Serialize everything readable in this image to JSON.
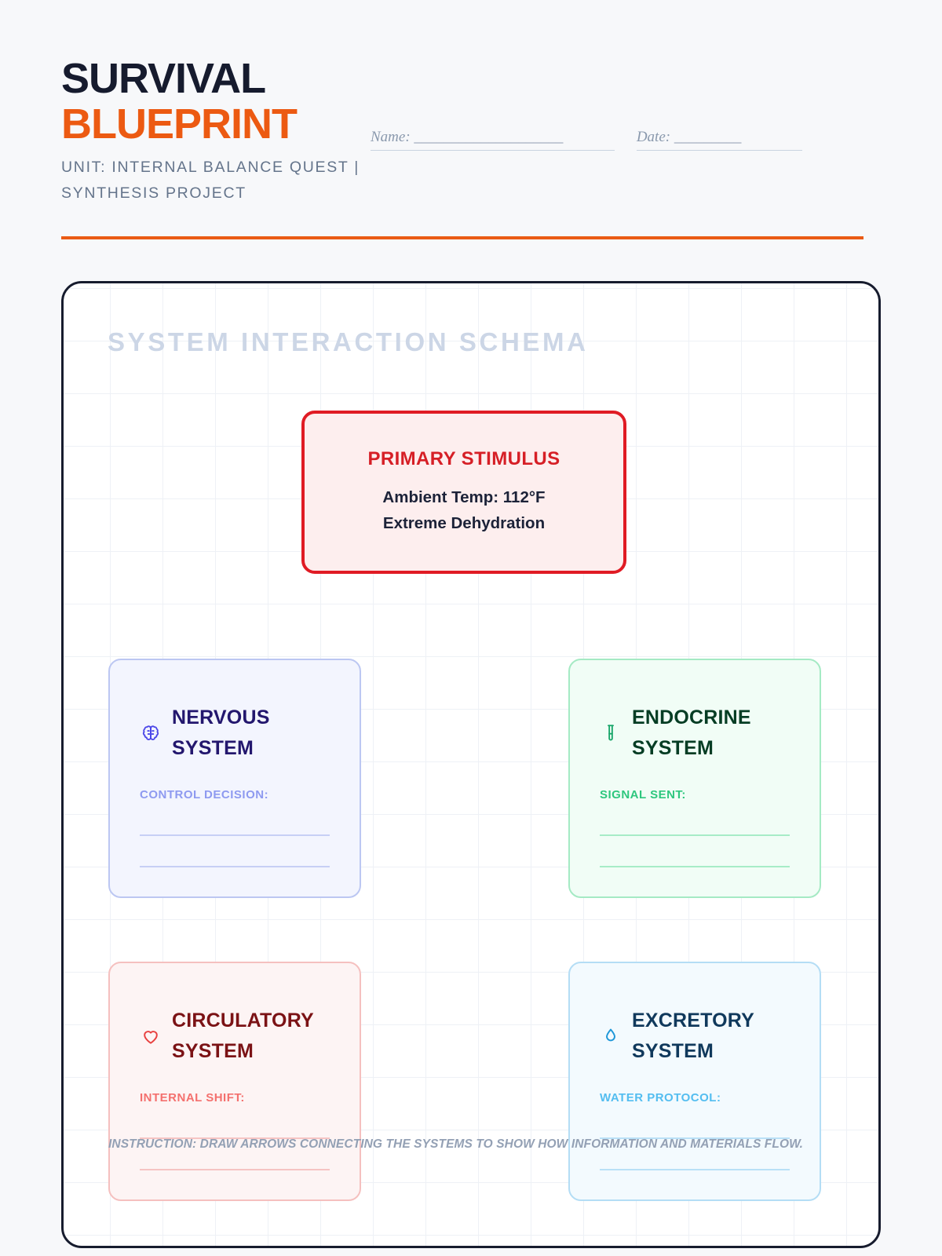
{
  "header": {
    "title_line_1": "SURVIVAL",
    "title_line_2": "BLUEPRINT",
    "subtitle": "UNIT: INTERNAL BALANCE QUEST | SYNTHESIS PROJECT",
    "name_field": "Name: ____________________",
    "date_field": "Date: _________",
    "accent_color": "#ea5b14",
    "title_dark_color": "#161b2e"
  },
  "canvas": {
    "schema_title": "SYSTEM INTERACTION SCHEMA",
    "border_color": "#171c2e",
    "grid_color": "#eef1f6"
  },
  "stimulus": {
    "title": "PRIMARY STIMULUS",
    "line_1": "Ambient Temp: 112°F",
    "line_2": "Extreme Dehydration",
    "accent_color": "#e01b24",
    "background_color": "#fdeeee"
  },
  "systems": [
    {
      "key": "nervous",
      "icon": "brain-icon",
      "title_line_1": "NERVOUS",
      "title_line_2": "SYSTEM",
      "label": "CONTROL DECISION:",
      "title_color": "#23176e",
      "label_color": "#8e9af0",
      "border_color": "#bcc7f2",
      "background_color": "#f3f5fe",
      "line_count": 2
    },
    {
      "key": "endocrine",
      "icon": "test-tube-icon",
      "title_line_1": "ENDOCRINE",
      "title_line_2": "SYSTEM",
      "label": "SIGNAL SENT:",
      "title_color": "#053d24",
      "label_color": "#2ec77e",
      "border_color": "#a5eac4",
      "background_color": "#f1fdf6",
      "line_count": 2
    },
    {
      "key": "circulatory",
      "icon": "heart-icon",
      "title_line_1": "CIRCULATORY",
      "title_line_2": "SYSTEM",
      "label": "INTERNAL SHIFT:",
      "title_color": "#7b1215",
      "label_color": "#f4706e",
      "border_color": "#f5c0bf",
      "background_color": "#fdf4f4",
      "line_count": 2
    },
    {
      "key": "excretory",
      "icon": "water-drop-icon",
      "title_line_1": "EXCRETORY",
      "title_line_2": "SYSTEM",
      "label": "WATER PROTOCOL:",
      "title_color": "#10395c",
      "label_color": "#53bdf0",
      "border_color": "#b4ddf5",
      "background_color": "#f3fafe",
      "line_count": 2
    }
  ],
  "instruction": "INSTRUCTION: DRAW ARROWS CONNECTING THE SYSTEMS TO SHOW HOW INFORMATION AND MATERIALS FLOW."
}
